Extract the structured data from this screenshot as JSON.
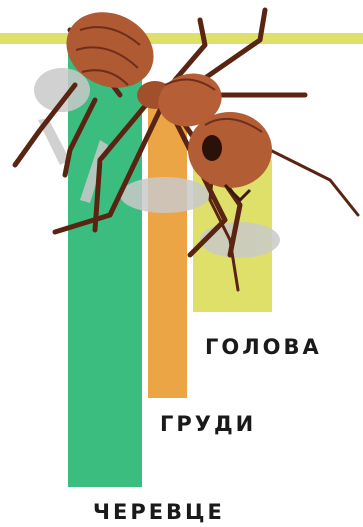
{
  "colors": {
    "line": "#dfe06a",
    "abdomen": "#3cbd80",
    "thorax": "#eca544",
    "head": "#dfe06a",
    "ant_body": "#b05a33",
    "ant_shadow": "#6e2e1a",
    "ant_leg": "#5a2413",
    "shadow_gray": "#c8c8c8"
  },
  "icons": {
    "ant": "ant-illustration"
  },
  "labels": {
    "head": "ГОЛОВА",
    "thorax": "ГРУДИ",
    "abdomen": "ЧЕРЕВЦЕ"
  }
}
